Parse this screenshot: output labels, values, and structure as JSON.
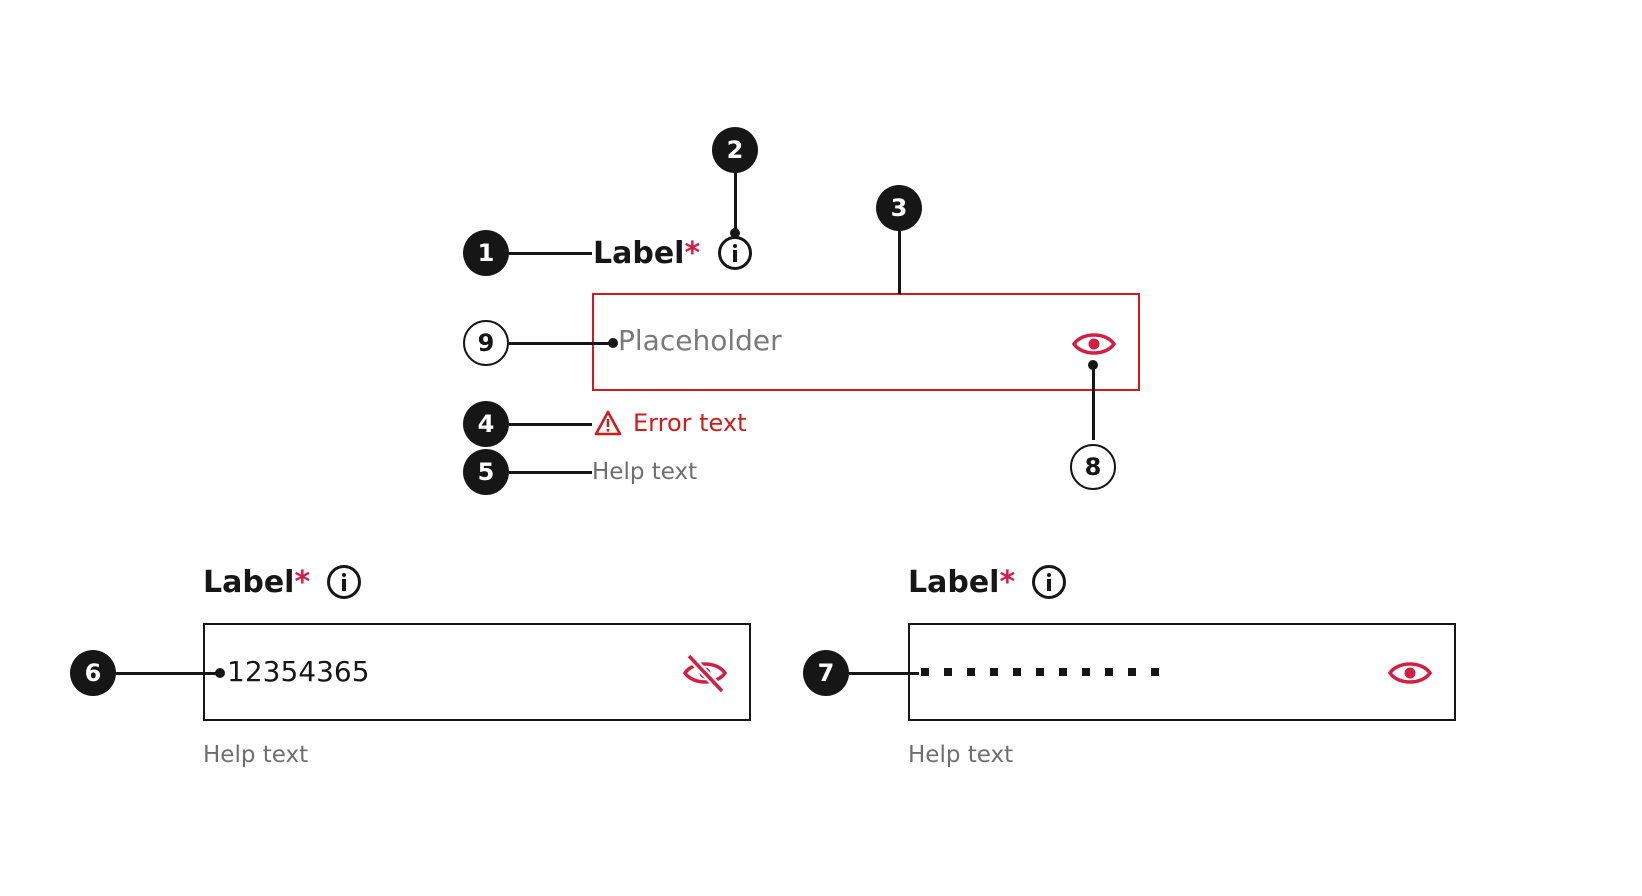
{
  "colors": {
    "error": "#cf1d1d",
    "required": "#d41f45",
    "icon_accent": "#d41f45",
    "ink": "#161616",
    "placeholder": "#7a7a7a",
    "help": "#6e6e6e"
  },
  "anatomy": {
    "label": "Label",
    "required_mark": "*",
    "info_icon": "info-icon",
    "placeholder": "Placeholder",
    "visibility_icon": "eye-icon",
    "error_icon": "warning-triangle-icon",
    "error_text": "Error text",
    "help_text": "Help text"
  },
  "callouts": [
    "1",
    "2",
    "3",
    "4",
    "5",
    "6",
    "7",
    "8",
    "9"
  ],
  "example_visible": {
    "label": "Label",
    "required_mark": "*",
    "value": "12354365",
    "visibility_icon": "eye-off-icon",
    "help_text": "Help text"
  },
  "example_masked": {
    "label": "Label",
    "required_mark": "*",
    "masked_length": 11,
    "visibility_icon": "eye-icon",
    "help_text": "Help text"
  }
}
